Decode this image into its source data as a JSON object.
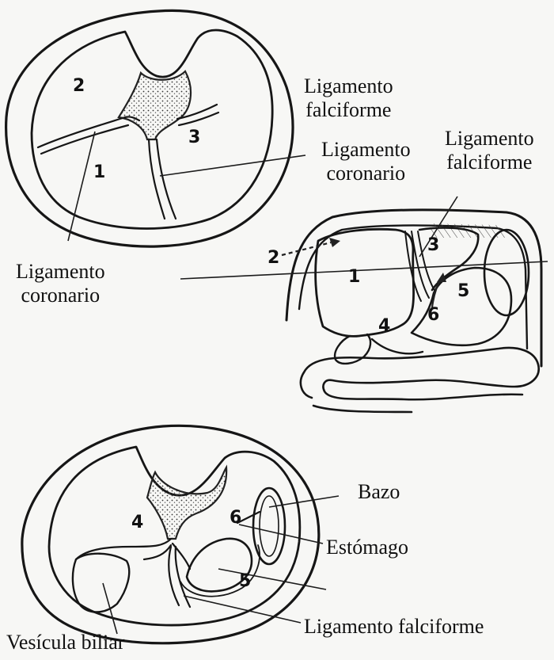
{
  "labels": {
    "top_falciform": "Ligamento\nfalciforme",
    "top_coronary": "Ligamento\ncoronario",
    "left_coronary": "Ligamento\ncoronario",
    "right_falciform": "Ligamento\nfalciforme",
    "spleen": "Bazo",
    "stomach": "Estómago",
    "bottom_falciform": "Ligamento falciforme",
    "gallbladder": "Vesícula biliar"
  },
  "numbers": {
    "top": [
      "2",
      "3",
      "1"
    ],
    "middle": [
      "3",
      "2",
      "1",
      "5",
      "6",
      "4"
    ],
    "bottom": [
      "6",
      "4",
      "5"
    ]
  },
  "colors": {
    "ink": "#161616",
    "paper": "#f7f7f5"
  }
}
